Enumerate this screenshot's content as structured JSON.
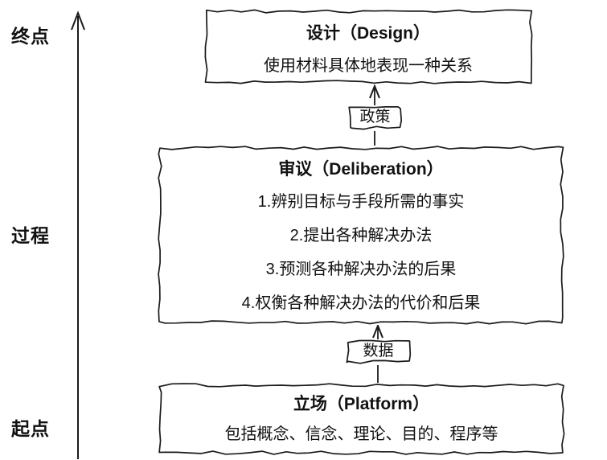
{
  "colors": {
    "ink": "#1a1a1a",
    "background": "#ffffff"
  },
  "axis": {
    "end_label": "终点",
    "mid_label": "过程",
    "start_label": "起点"
  },
  "boxes": {
    "design": {
      "title": "设计（Design）",
      "body": "使用材料具体地表现一种关系"
    },
    "policy": {
      "label": "政策"
    },
    "deliberation": {
      "title": "审议（Deliberation）",
      "items": [
        "1.辨别目标与手段所需的事实",
        "2.提出各种解决办法",
        "3.预测各种解决办法的后果",
        "4.权衡各种解决办法的代价和后果"
      ]
    },
    "data": {
      "label": "数据"
    },
    "platform": {
      "title": "立场（Platform）",
      "body": "包括概念、信念、理论、目的、程序等"
    }
  }
}
